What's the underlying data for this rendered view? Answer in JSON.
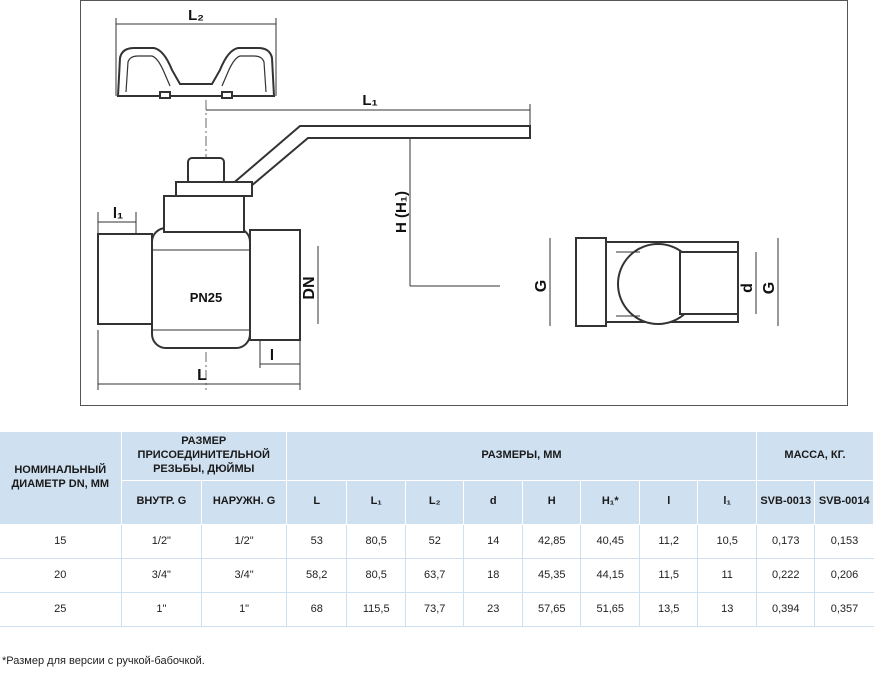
{
  "drawing": {
    "labels": {
      "L2": "L₂",
      "L1": "L₁",
      "l1": "l₁",
      "H": "H (H₁)",
      "DN": "DN",
      "l": "l",
      "L": "L",
      "PN": "PN25",
      "G_left": "G",
      "d": "d",
      "G_right": "G"
    }
  },
  "table": {
    "headers": {
      "nominal": "НОМИНАЛЬНЫЙ ДИАМЕТР DN, ММ",
      "thread": "РАЗМЕР ПРИСОЕДИНИТЕЛЬНОЙ РЕЗЬБЫ, ДЮЙМЫ",
      "dims": "РАЗМЕРЫ, ММ",
      "mass": "МАССА, КГ.",
      "inner": "ВНУТР. G",
      "outer": "НАРУЖН. G",
      "L": "L",
      "L1": "L₁",
      "L2": "L₂",
      "d": "d",
      "H": "H",
      "H1": "H₁*",
      "l": "l",
      "l1": "l₁",
      "svb13": "SVB-0013",
      "svb14": "SVB-0014"
    },
    "rows": [
      [
        "15",
        "1/2\"",
        "1/2\"",
        "53",
        "80,5",
        "52",
        "14",
        "42,85",
        "40,45",
        "11,2",
        "10,5",
        "0,173",
        "0,153"
      ],
      [
        "20",
        "3/4\"",
        "3/4\"",
        "58,2",
        "80,5",
        "63,7",
        "18",
        "45,35",
        "44,15",
        "11,5",
        "11",
        "0,222",
        "0,206"
      ],
      [
        "25",
        "1\"",
        "1\"",
        "68",
        "115,5",
        "73,7",
        "23",
        "57,65",
        "51,65",
        "13,5",
        "13",
        "0,394",
        "0,357"
      ]
    ]
  },
  "footnote": "*Размер для версии с ручкой-бабочкой."
}
